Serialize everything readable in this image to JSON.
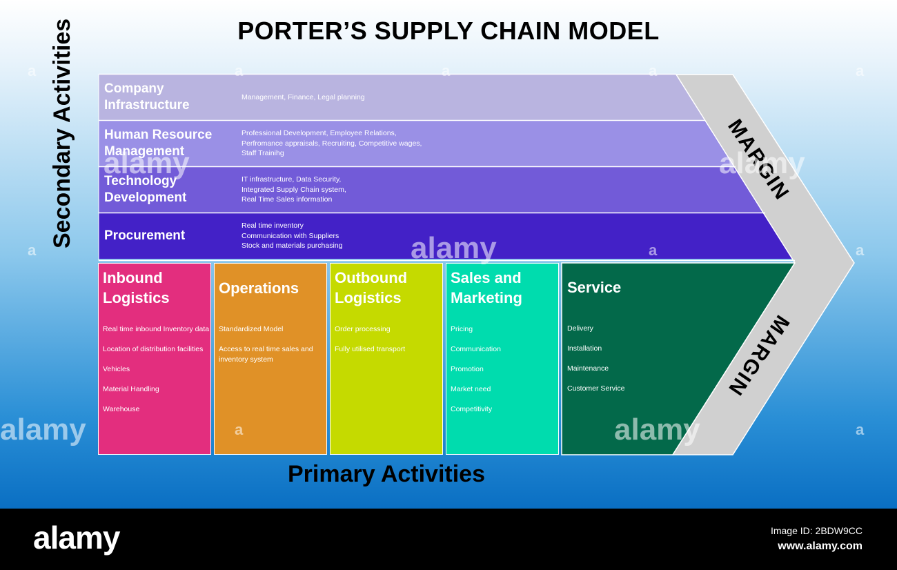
{
  "title": "PORTER’S SUPPLY CHAIN MODEL",
  "secondary_label": "Secondary Activities",
  "primary_label": "Primary Activities",
  "margin_label": "MARGIN",
  "secondary_rows": [
    {
      "title": "Company Infrastructure",
      "desc": "Management, Finance, Legal planning",
      "color": "#b9b4e0"
    },
    {
      "title": "Human Resource Management",
      "desc": "Professional Development, Employee Relations,\nPerfromance appraisals, Recruiting, Competitive wages,\nStaff Trainihg",
      "color": "#9a90e6"
    },
    {
      "title": "Technology Development",
      "desc": "IT infrastructure, Data Security,\nIntegrated Supply Chain system,\nReal Time Sales information",
      "color": "#725bd8"
    },
    {
      "title": "Procurement",
      "desc": "Real time inventory\nCommunication with Suppliers\nStock and materials purchasing",
      "color": "#4321c7"
    }
  ],
  "primary_columns": [
    {
      "title": "Inbound Logistics",
      "color": "#e32e7e",
      "items": [
        "Real time inbound Inventory data",
        "Location of distribution facilities",
        "Vehicles",
        "Material Handling",
        "Warehouse"
      ]
    },
    {
      "title": "Operations",
      "color": "#e09127",
      "items": [
        "Standardized Model",
        "Access to real time sales and inventory system"
      ]
    },
    {
      "title": "Outbound Logistics",
      "color": "#c5da00",
      "items": [
        "Order processing",
        "Fully utilised transport"
      ]
    },
    {
      "title": "Sales and Marketing",
      "color": "#00dcae",
      "items": [
        "Pricing",
        "Communication",
        "Promotion",
        "Market need",
        "Competitivity"
      ]
    },
    {
      "title": "Service",
      "color": "#03694a",
      "items": [
        "Delivery",
        "Installation",
        "Maintenance",
        "Customer Service"
      ]
    }
  ],
  "watermark": {
    "brand": "alamy",
    "mark": "a",
    "image_id": "Image ID: 2BDW9CC",
    "url": "www.alamy.com"
  },
  "colors": {
    "margin_band": "#d0d0d0"
  }
}
